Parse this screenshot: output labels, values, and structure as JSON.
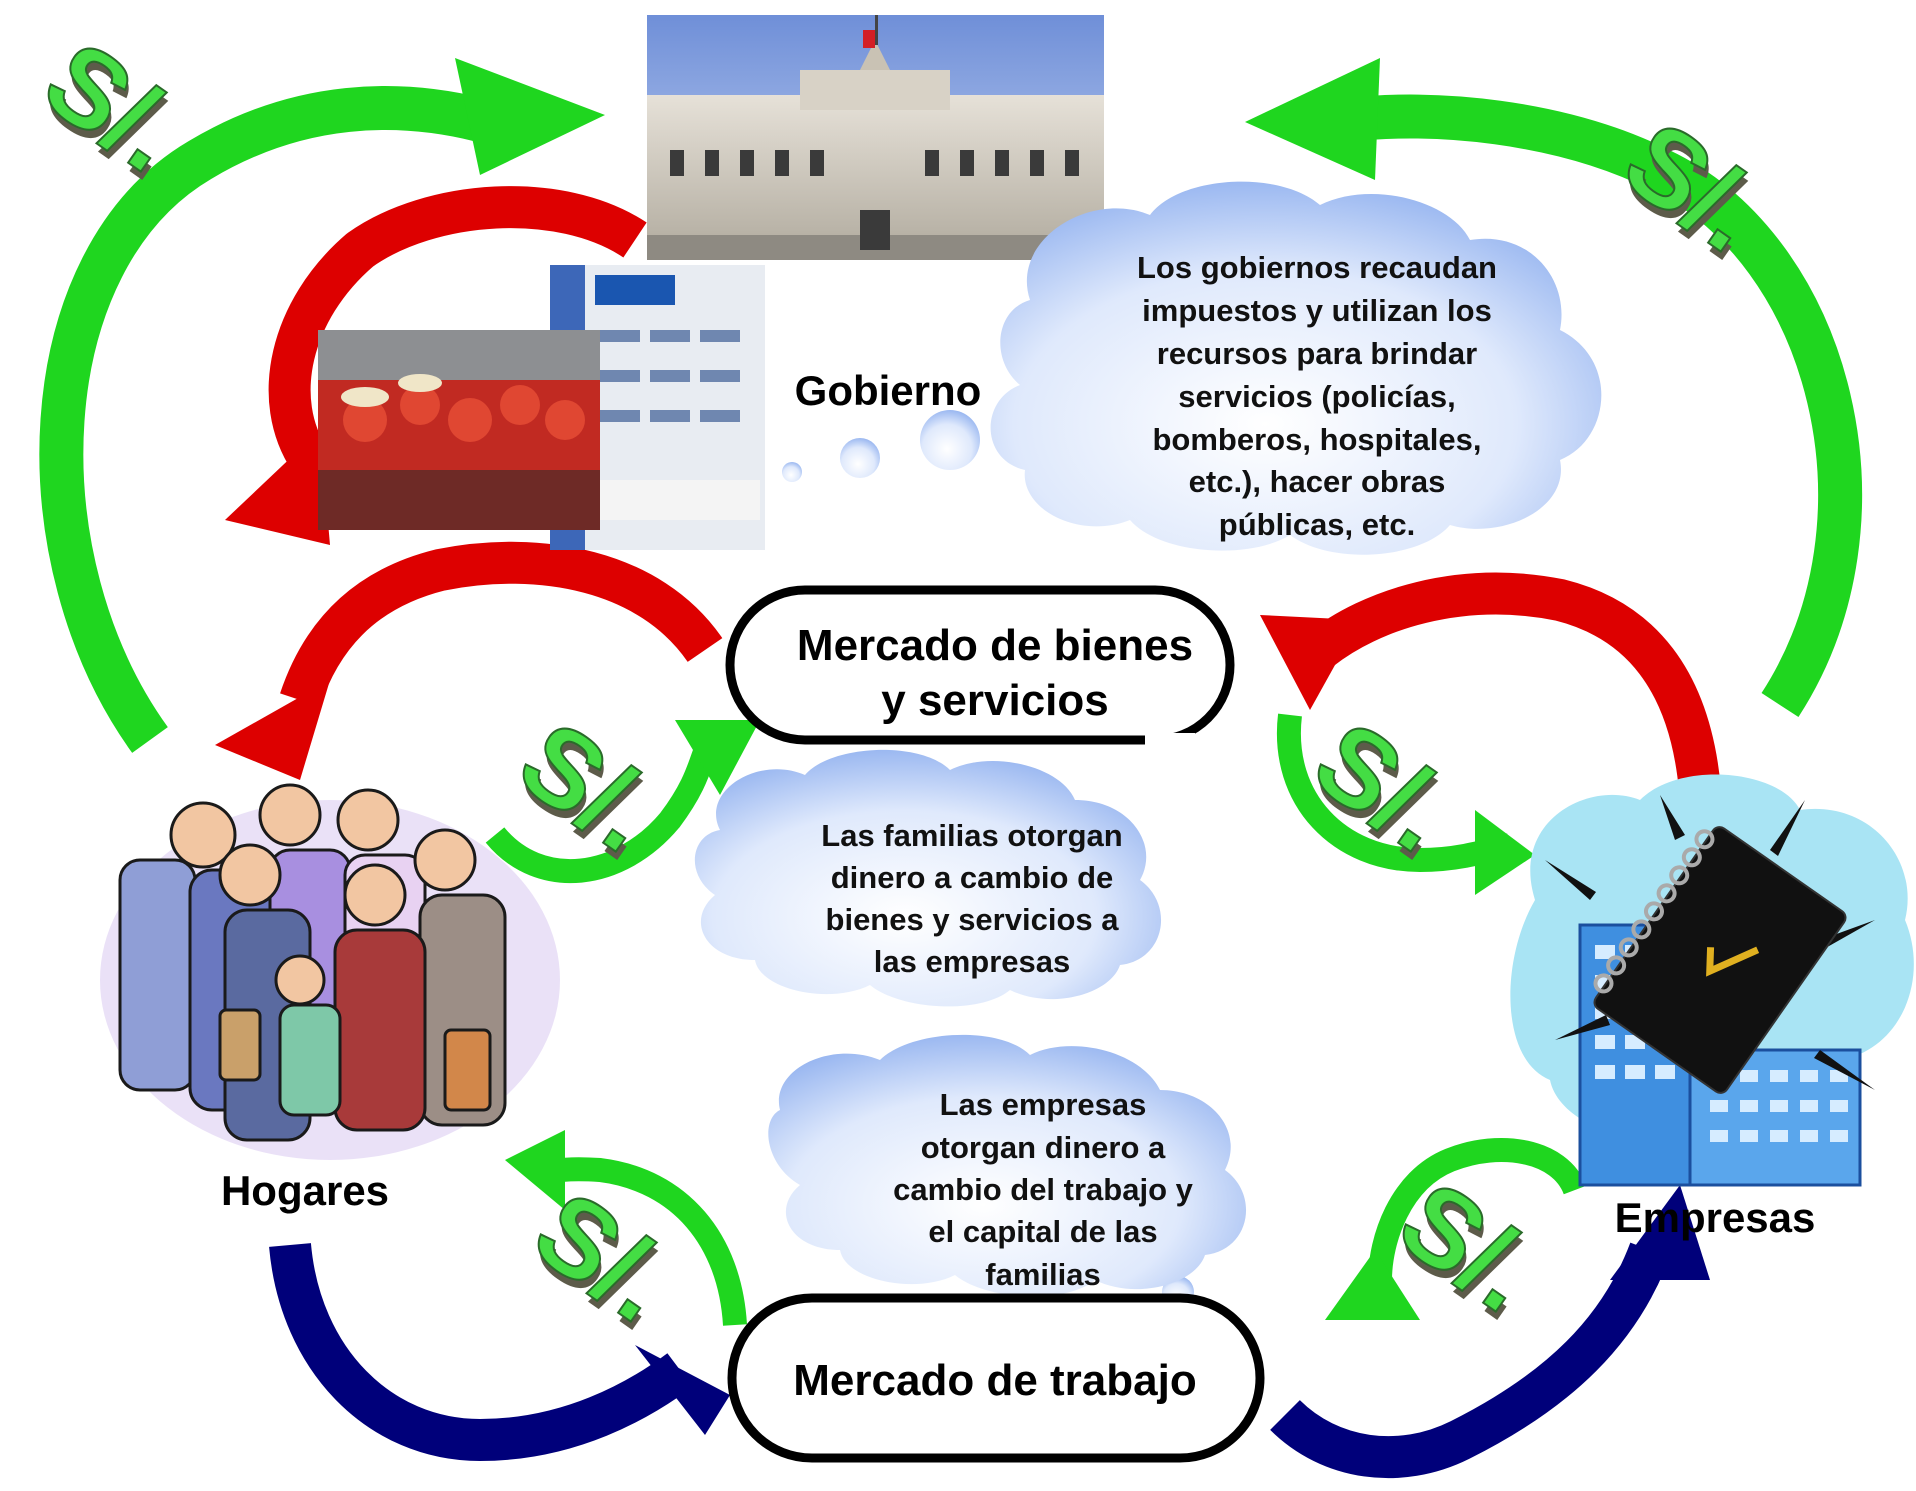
{
  "nodes": {
    "gobierno": "Gobierno",
    "hogares": "Hogares",
    "empresas": "Empresas",
    "mercado_bienes_line1": "Mercado de bienes",
    "mercado_bienes_line2": "y servicios",
    "mercado_trabajo": "Mercado de trabajo"
  },
  "clouds": {
    "gobierno": [
      "Los gobiernos recaudan",
      "impuestos y utilizan los",
      "recursos para brindar",
      "servicios (policías,",
      "bomberos, hospitales,",
      "etc.), hacer obras",
      "públicas, etc."
    ],
    "familias": [
      "Las familias otorgan",
      "dinero a cambio de",
      "bienes y servicios a",
      "las empresas"
    ],
    "empresas": [
      "Las empresas",
      "otorgan dinero a",
      "cambio del trabajo y",
      "el capital de las",
      "familias"
    ]
  },
  "currency_symbol": "S/.",
  "colors": {
    "money_flow": "#1fd61f",
    "goods_flow": "#dd0000",
    "labor_flow": "#00007a",
    "cloud": "#9ab8f0",
    "currency_front": "#44dd44",
    "currency_side": "#5d5b4a"
  },
  "icons": [
    "government-palace-photo",
    "firefighters-photo",
    "hospital-photo",
    "family-group-clipart",
    "office-building-clipart",
    "notebook-icon",
    "currency-symbol-icon"
  ]
}
